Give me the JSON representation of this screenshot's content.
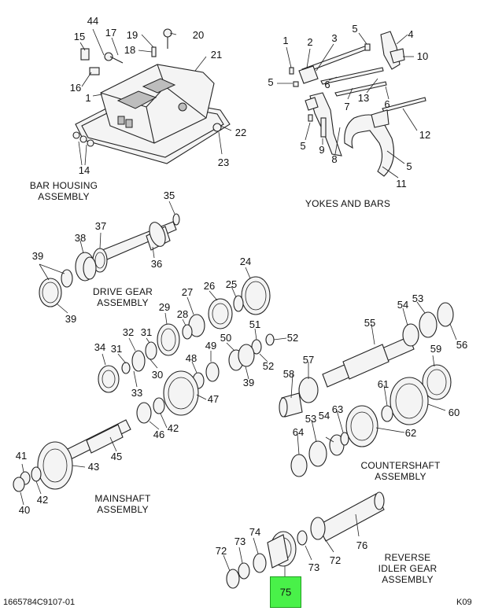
{
  "section_labels": {
    "bar_housing": "BAR HOUSING\nASSEMBLY",
    "yokes_and_bars": "YOKES AND BARS",
    "drive_gear": "DRIVE GEAR\nASSEMBLY",
    "mainshaft": "MAINSHAFT\nASSEMBLY",
    "countershaft": "COUNTERSHAFT\nASSEMBLY",
    "reverse_idler": "REVERSE\nIDLER GEAR\nASSEMBLY"
  },
  "footer": {
    "drawing_number": "1665784C9107-01",
    "page_code": "K09"
  },
  "highlighted_part": "75",
  "highlight_color": "#49f149",
  "callouts": {
    "bar_housing": [
      "44",
      "15",
      "17",
      "19",
      "20",
      "18",
      "21",
      "16",
      "1",
      "22",
      "14",
      "23"
    ],
    "yokes_and_bars": [
      "1",
      "2",
      "3",
      "5",
      "4",
      "10",
      "5",
      "6",
      "7",
      "13",
      "6",
      "5",
      "9",
      "8",
      "12",
      "5",
      "11"
    ],
    "drive_gear": [
      "35",
      "38",
      "37",
      "39",
      "36",
      "39"
    ],
    "mainshaft": [
      "24",
      "25",
      "27",
      "26",
      "29",
      "28",
      "32",
      "31",
      "34",
      "30",
      "33",
      "51",
      "50",
      "49",
      "48",
      "52",
      "52",
      "39",
      "47",
      "46",
      "42",
      "45",
      "41",
      "43",
      "42",
      "40"
    ],
    "countershaft": [
      "54",
      "53",
      "55",
      "59",
      "56",
      "57",
      "58",
      "61",
      "60",
      "54",
      "63",
      "53",
      "64",
      "62"
    ],
    "reverse_idler": [
      "74",
      "73",
      "72",
      "73",
      "72",
      "76"
    ]
  }
}
